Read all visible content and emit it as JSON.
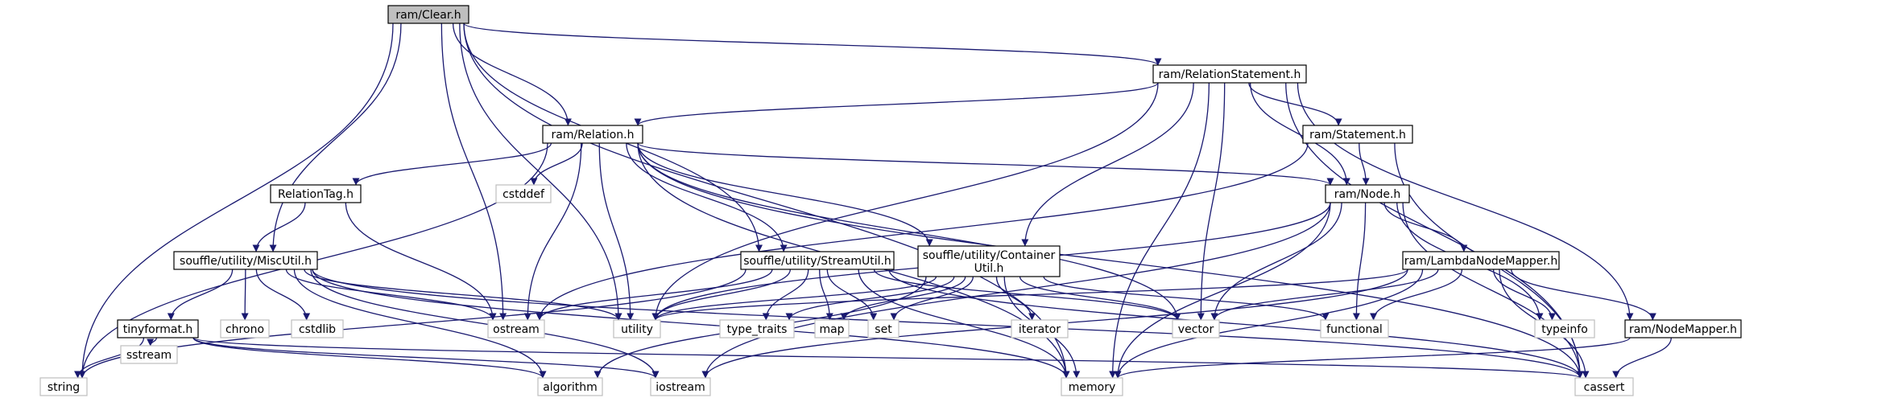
{
  "diagram": {
    "title": "ram/Clear.h",
    "colors": {
      "edge": "#191970",
      "root_fill": "#bfbfbf",
      "local_border": "#000000",
      "system_border": "#bfbfbf"
    },
    "nodes": {
      "clear": {
        "label": "ram/Clear.h",
        "kind": "root"
      },
      "relstmt": {
        "label": "ram/RelationStatement.h",
        "kind": "local"
      },
      "relation": {
        "label": "ram/Relation.h",
        "kind": "local"
      },
      "statement": {
        "label": "ram/Statement.h",
        "kind": "local"
      },
      "relationtag": {
        "label": "RelationTag.h",
        "kind": "local"
      },
      "cstddef": {
        "label": "cstddef",
        "kind": "system"
      },
      "node": {
        "label": "ram/Node.h",
        "kind": "local"
      },
      "miscutil": {
        "label": "souffle/utility/MiscUtil.h",
        "kind": "local"
      },
      "streamutil": {
        "label": "souffle/utility/StreamUtil.h",
        "kind": "local"
      },
      "containerutil": {
        "label_line1": "souffle/utility/Container",
        "label_line2": "Util.h",
        "kind": "local"
      },
      "lambdanm": {
        "label": "ram/LambdaNodeMapper.h",
        "kind": "local"
      },
      "tinyformat": {
        "label": "tinyformat.h",
        "kind": "local"
      },
      "chrono": {
        "label": "chrono",
        "kind": "system"
      },
      "cstdlib": {
        "label": "cstdlib",
        "kind": "system"
      },
      "ostream": {
        "label": "ostream",
        "kind": "system"
      },
      "utility": {
        "label": "utility",
        "kind": "system"
      },
      "type_traits": {
        "label": "type_traits",
        "kind": "system"
      },
      "map": {
        "label": "map",
        "kind": "system"
      },
      "set": {
        "label": "set",
        "kind": "system"
      },
      "iterator": {
        "label": "iterator",
        "kind": "system"
      },
      "vector": {
        "label": "vector",
        "kind": "system"
      },
      "functional": {
        "label": "functional",
        "kind": "system"
      },
      "typeinfo": {
        "label": "typeinfo",
        "kind": "system"
      },
      "nodemapper": {
        "label": "ram/NodeMapper.h",
        "kind": "local"
      },
      "string": {
        "label": "string",
        "kind": "system"
      },
      "sstream": {
        "label": "sstream",
        "kind": "system"
      },
      "algorithm": {
        "label": "algorithm",
        "kind": "system"
      },
      "iostream": {
        "label": "iostream",
        "kind": "system"
      },
      "memory": {
        "label": "memory",
        "kind": "system"
      },
      "cassert": {
        "label": "cassert",
        "kind": "system"
      }
    },
    "edges": [
      [
        "clear",
        "relstmt"
      ],
      [
        "clear",
        "relation"
      ],
      [
        "clear",
        "miscutil"
      ],
      [
        "clear",
        "streamutil"
      ],
      [
        "clear",
        "string"
      ],
      [
        "clear",
        "ostream"
      ],
      [
        "clear",
        "utility"
      ],
      [
        "clear",
        "memory"
      ],
      [
        "relstmt",
        "relation"
      ],
      [
        "relstmt",
        "statement"
      ],
      [
        "relstmt",
        "node"
      ],
      [
        "relstmt",
        "containerutil"
      ],
      [
        "relstmt",
        "nodemapper"
      ],
      [
        "relstmt",
        "utility"
      ],
      [
        "relstmt",
        "vector"
      ],
      [
        "relstmt",
        "memory"
      ],
      [
        "relstmt",
        "cassert"
      ],
      [
        "relation",
        "relationtag"
      ],
      [
        "relation",
        "cstddef"
      ],
      [
        "relation",
        "node"
      ],
      [
        "relation",
        "containerutil"
      ],
      [
        "relation",
        "streamutil"
      ],
      [
        "relation",
        "string"
      ],
      [
        "relation",
        "ostream"
      ],
      [
        "relation",
        "utility"
      ],
      [
        "relation",
        "vector"
      ],
      [
        "relation",
        "memory"
      ],
      [
        "relation",
        "cassert"
      ],
      [
        "statement",
        "node"
      ],
      [
        "statement",
        "ostream"
      ],
      [
        "statement",
        "cassert"
      ],
      [
        "relationtag",
        "miscutil"
      ],
      [
        "relationtag",
        "ostream"
      ],
      [
        "node",
        "lambdanm"
      ],
      [
        "node",
        "utility"
      ],
      [
        "node",
        "vector"
      ],
      [
        "node",
        "functional"
      ],
      [
        "node",
        "typeinfo"
      ],
      [
        "node",
        "memory"
      ],
      [
        "node",
        "cassert"
      ],
      [
        "node",
        "iostream"
      ],
      [
        "miscutil",
        "tinyformat"
      ],
      [
        "miscutil",
        "chrono"
      ],
      [
        "miscutil",
        "cstdlib"
      ],
      [
        "miscutil",
        "ostream"
      ],
      [
        "miscutil",
        "utility"
      ],
      [
        "miscutil",
        "algorithm"
      ],
      [
        "miscutil",
        "iostream"
      ],
      [
        "miscutil",
        "memory"
      ],
      [
        "miscutil",
        "cassert"
      ],
      [
        "streamutil",
        "string"
      ],
      [
        "streamutil",
        "ostream"
      ],
      [
        "streamutil",
        "utility"
      ],
      [
        "streamutil",
        "type_traits"
      ],
      [
        "streamutil",
        "map"
      ],
      [
        "streamutil",
        "set"
      ],
      [
        "streamutil",
        "vector"
      ],
      [
        "streamutil",
        "memory"
      ],
      [
        "streamutil",
        "cassert"
      ],
      [
        "containerutil",
        "utility"
      ],
      [
        "containerutil",
        "type_traits"
      ],
      [
        "containerutil",
        "map"
      ],
      [
        "containerutil",
        "set"
      ],
      [
        "containerutil",
        "iterator"
      ],
      [
        "containerutil",
        "vector"
      ],
      [
        "containerutil",
        "functional"
      ],
      [
        "containerutil",
        "algorithm"
      ],
      [
        "containerutil",
        "memory"
      ],
      [
        "lambdanm",
        "nodemapper"
      ],
      [
        "lambdanm",
        "utility"
      ],
      [
        "lambdanm",
        "vector"
      ],
      [
        "lambdanm",
        "functional"
      ],
      [
        "lambdanm",
        "typeinfo"
      ],
      [
        "lambdanm",
        "memory"
      ],
      [
        "lambdanm",
        "cassert"
      ],
      [
        "lambdanm",
        "iostream"
      ],
      [
        "nodemapper",
        "memory"
      ],
      [
        "nodemapper",
        "cassert"
      ],
      [
        "tinyformat",
        "string"
      ],
      [
        "tinyformat",
        "sstream"
      ],
      [
        "tinyformat",
        "algorithm"
      ],
      [
        "tinyformat",
        "iostream"
      ],
      [
        "tinyformat",
        "cassert"
      ]
    ]
  }
}
